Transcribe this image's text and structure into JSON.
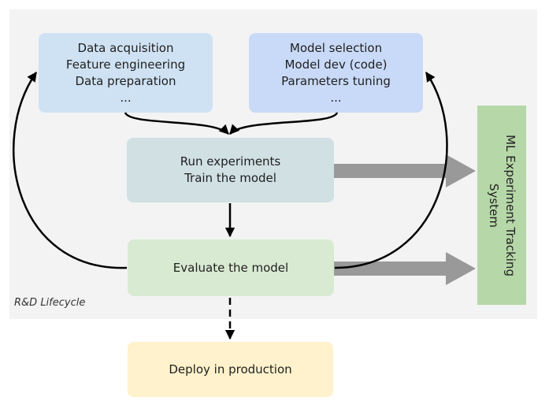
{
  "lifecycle": {
    "label": "R&D Lifecycle"
  },
  "boxes": {
    "data": {
      "lines": [
        "Data acquisition",
        "Feature engineering",
        "Data preparation",
        "..."
      ]
    },
    "model": {
      "lines": [
        "Model selection",
        "Model dev (code)",
        "Parameters tuning",
        "..."
      ]
    },
    "run": {
      "lines": [
        "Run experiments",
        "Train the model"
      ]
    },
    "evaluate": {
      "label": "Evaluate the model"
    },
    "deploy": {
      "label": "Deploy in production"
    }
  },
  "tracking": {
    "lines": [
      "ML Experiment Tracking",
      "System"
    ]
  },
  "colors": {
    "lifecycle_bg": "#f3f3f3",
    "data_box": "#cfe2f3",
    "model_box": "#c9daf8",
    "run_box": "#d0e0e3",
    "evaluate_box": "#d9ead3",
    "deploy_box": "#fff2cc",
    "tracking_box": "#b6d7a8",
    "gray_arrow": "#999999",
    "arrow": "#000000"
  }
}
